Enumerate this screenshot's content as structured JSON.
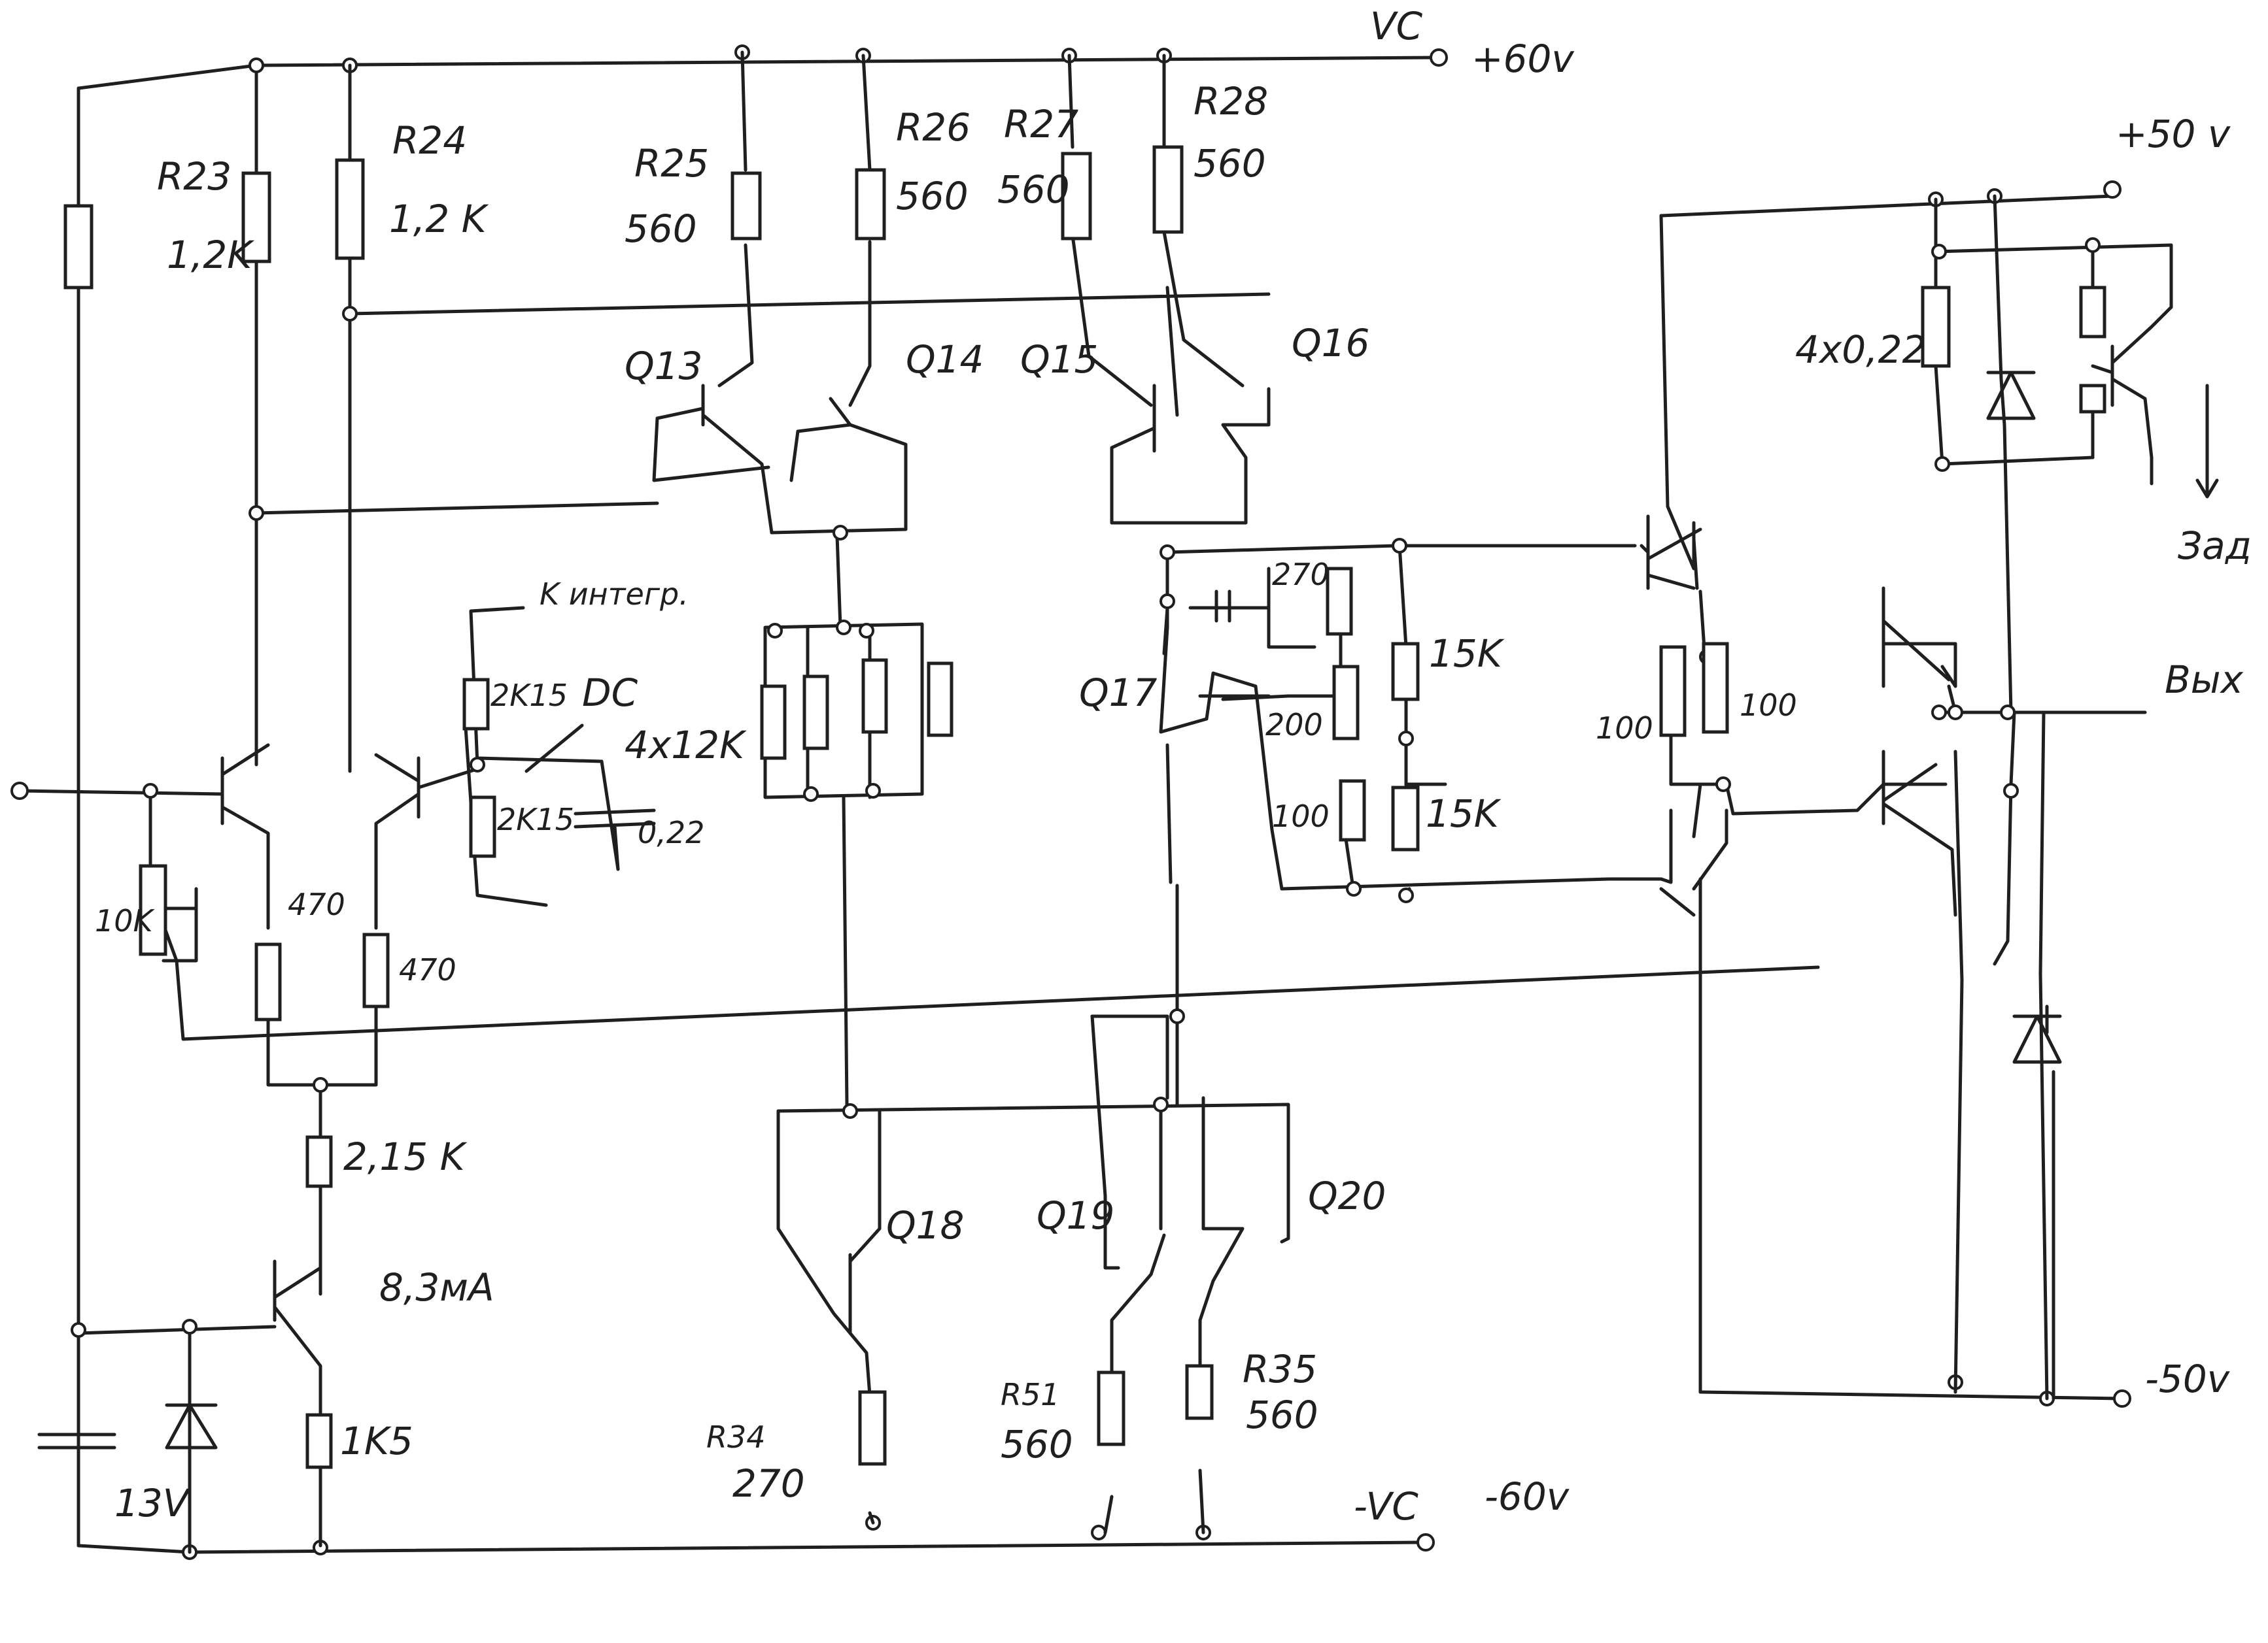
{
  "rails": {
    "vc_label": "VC",
    "pos60": "+60v",
    "neg_vc_label": "-VC",
    "neg60": "-60v",
    "pos50": "+50 v",
    "neg50": "-50v"
  },
  "resistors": {
    "r23_name": "R23",
    "r23_val": "1,2K",
    "r24_name": "R24",
    "r24_val": "1,2 K",
    "r25_name": "R25",
    "r25_val": "560",
    "r26_name": "R26",
    "r26_val": "560",
    "r27_name": "R27",
    "r27_val": "560",
    "r28_name": "R28",
    "r28_val": "560",
    "r34_name": "R34",
    "r34_val": "270",
    "r51_name": "R51",
    "r51_val": "560",
    "r35_name": "R35",
    "r35_val": "560",
    "pot": "10K",
    "e470a": "470",
    "e470b": "470",
    "r_2k15_top": "2K15",
    "r_2k15_bot": "2K15",
    "r_2_15k": "2,15 K",
    "r_1k5": "1K5",
    "bank": "4x12K",
    "r270": "270",
    "r200": "200",
    "r100": "100",
    "r15k_top": "15K",
    "r15k_bot": "15K",
    "out100a": "100",
    "out100b": "100",
    "emit": "4x0,22"
  },
  "transistors": {
    "q13": "Q13",
    "q14": "Q14",
    "q15": "Q15",
    "q16": "Q16",
    "q17": "Q17",
    "q18": "Q18",
    "q19": "Q19",
    "q20": "Q20"
  },
  "misc": {
    "integr": "K\nинтегр.",
    "dc": "DC",
    "cap022": "0,22",
    "zener": "13V",
    "current": "8,3мА",
    "protect": "Зад",
    "out": "Вых"
  }
}
